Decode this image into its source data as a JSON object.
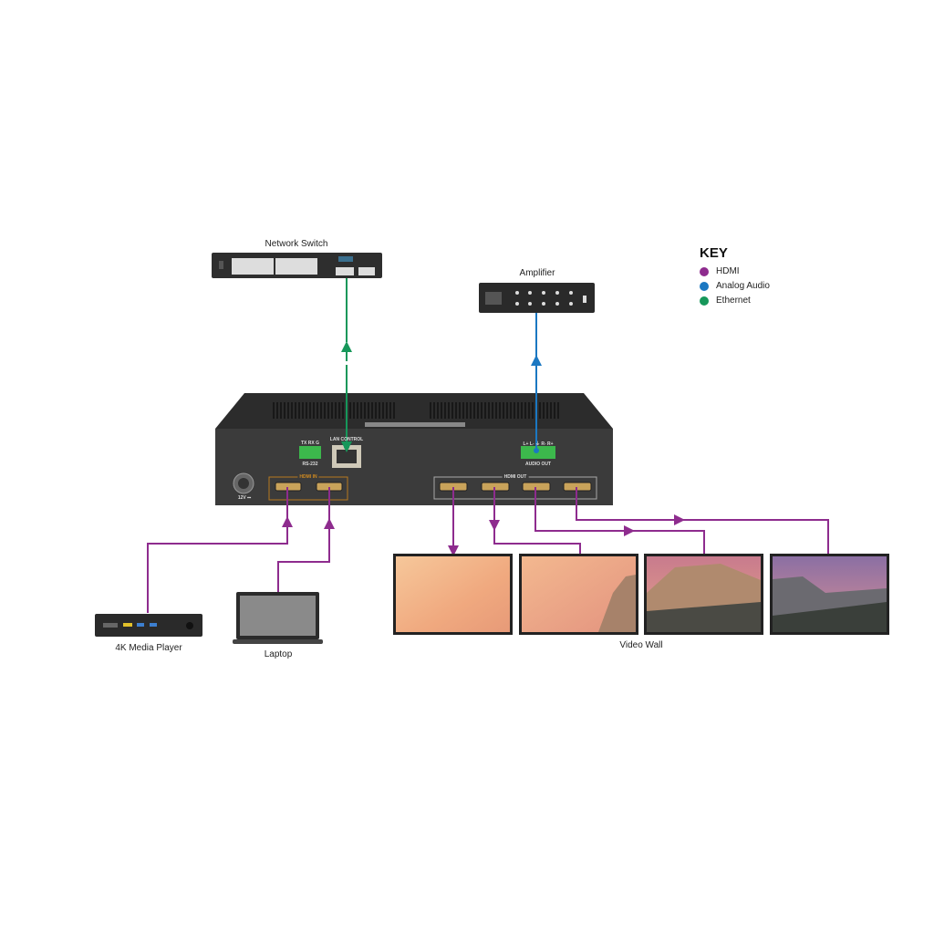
{
  "labels": {
    "network_switch": "Network Switch",
    "amplifier": "Amplifier",
    "media_player": "4K Media Player",
    "laptop": "Laptop",
    "video_wall": "Video Wall"
  },
  "device_ports": {
    "lan_control": "LAN CONTROL",
    "rs232": "RS-232",
    "rs232_pins": "TX RX G",
    "audio_out": "AUDIO OUT",
    "audio_pins": "L+ L- ⏚ R- R+",
    "hdmi_in": "HDMI IN",
    "hdmi_out": "HDMI OUT",
    "power": "12V ⎓"
  },
  "key": {
    "title": "KEY",
    "items": [
      {
        "label": "HDMI",
        "color": "#8e2c8e"
      },
      {
        "label": "Analog Audio",
        "color": "#1b78c2"
      },
      {
        "label": "Ethernet",
        "color": "#16975a"
      }
    ]
  }
}
